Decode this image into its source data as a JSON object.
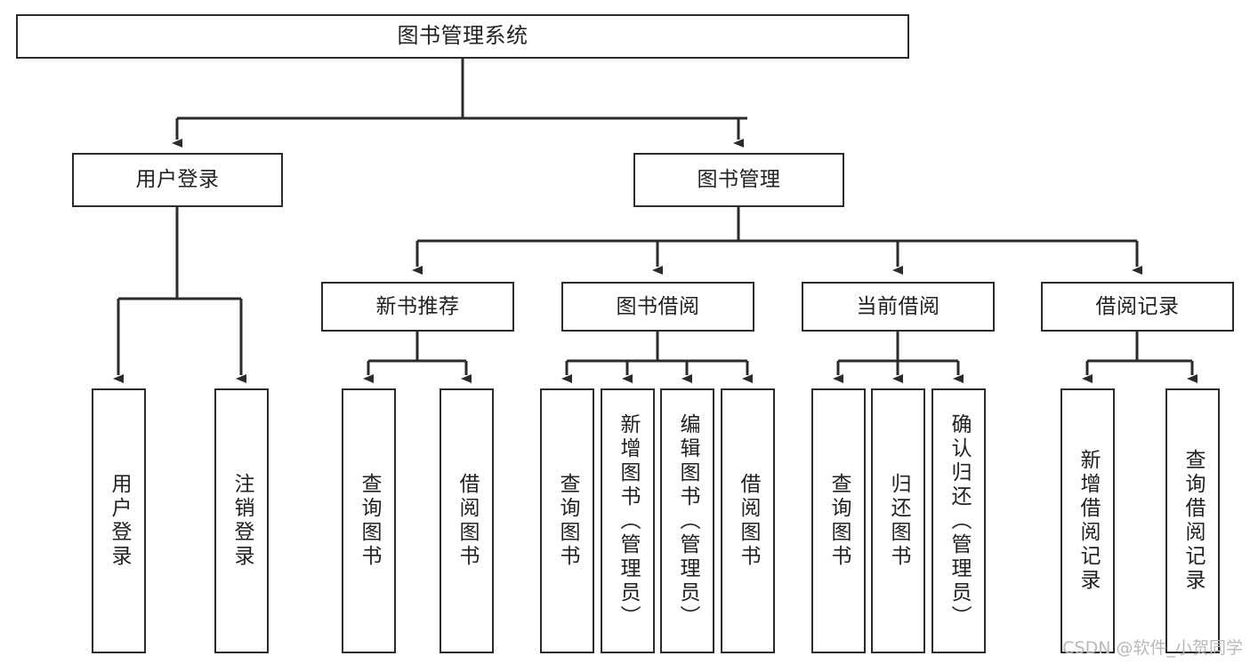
{
  "diagram": {
    "title": "图书管理系统",
    "type": "功能结构图",
    "watermark": "CSDN @软件_小贺同学",
    "colors": {
      "background": "#ffffff",
      "box_border": "#2b2b2b",
      "box_fill": "#ffffff",
      "text": "#222222",
      "edge": "#2b2b2b",
      "watermark": "#b9b9b9"
    }
  },
  "nodes": {
    "root": {
      "label": "图书管理系统",
      "level": 1
    },
    "level2": [
      {
        "id": "user_login",
        "label": "用户登录"
      },
      {
        "id": "book_manage",
        "label": "图书管理"
      }
    ],
    "level3": [
      {
        "id": "new_book_rec",
        "label": "新书推荐"
      },
      {
        "id": "book_borrow",
        "label": "图书借阅"
      },
      {
        "id": "current_borrow",
        "label": "当前借阅"
      },
      {
        "id": "borrow_record",
        "label": "借阅记录"
      }
    ],
    "leaves": {
      "user_login": [
        {
          "id": "leaf_user_login",
          "label": "用户登录"
        },
        {
          "id": "leaf_logout",
          "label": "注销登录"
        }
      ],
      "new_book_rec": [
        {
          "id": "leaf_query_book_1",
          "label": "查询图书"
        },
        {
          "id": "leaf_borrow_book_1",
          "label": "借阅图书"
        }
      ],
      "book_borrow": [
        {
          "id": "leaf_query_book_2",
          "label": "查询图书"
        },
        {
          "id": "leaf_add_book",
          "label": "新增图书（管理员）"
        },
        {
          "id": "leaf_edit_book",
          "label": "编辑图书（管理员）"
        },
        {
          "id": "leaf_borrow_book_2",
          "label": "借阅图书"
        }
      ],
      "current_borrow": [
        {
          "id": "leaf_query_book_3",
          "label": "查询图书"
        },
        {
          "id": "leaf_return_book",
          "label": "归还图书"
        },
        {
          "id": "leaf_confirm_return",
          "label": "确认归还（管理员）"
        }
      ],
      "borrow_record": [
        {
          "id": "leaf_add_record",
          "label": "新增借阅记录"
        },
        {
          "id": "leaf_query_record",
          "label": "查询借阅记录"
        }
      ]
    }
  }
}
